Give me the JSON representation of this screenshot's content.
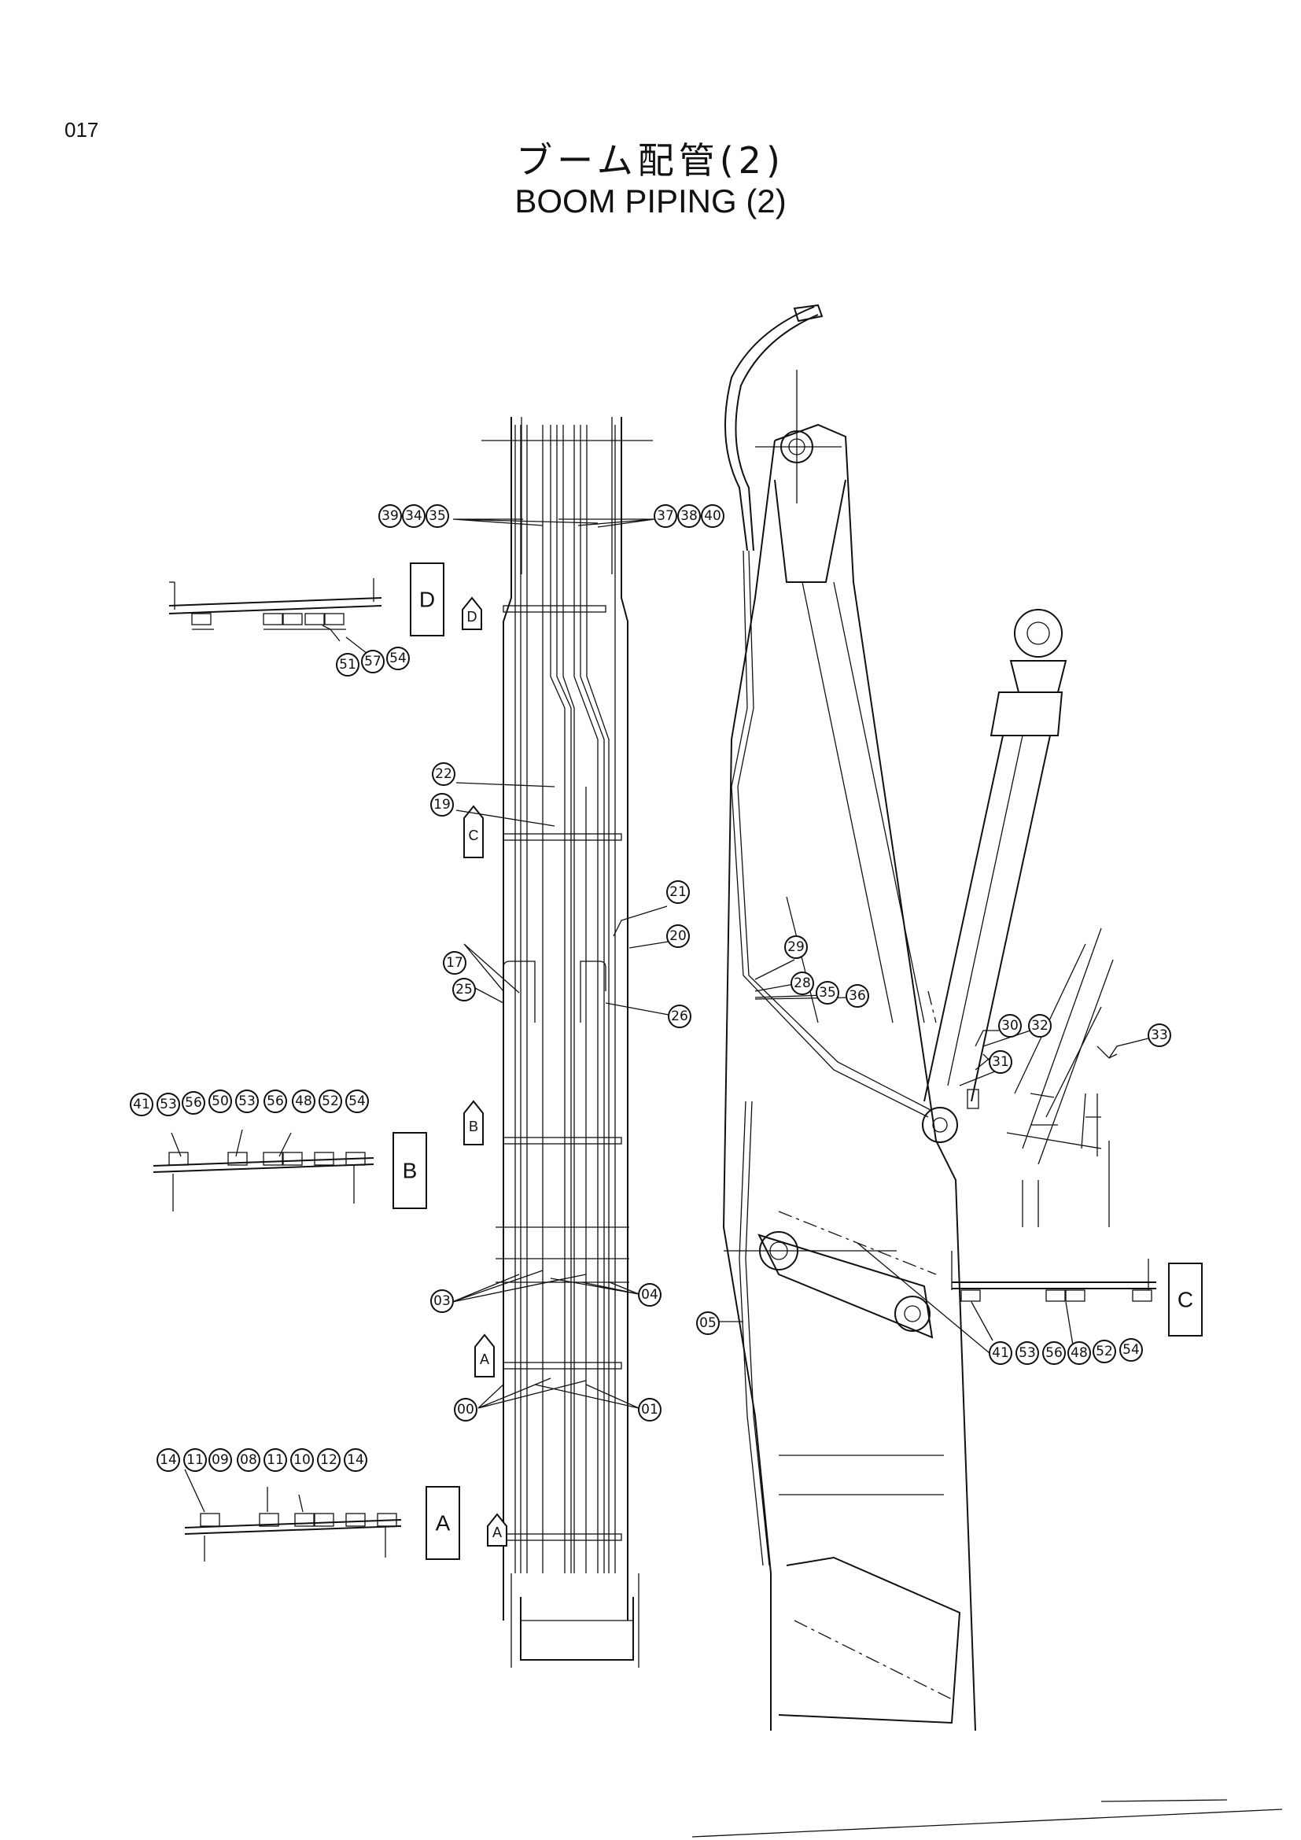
{
  "page": {
    "number": "017",
    "title_ja": "ブーム配管(2)",
    "title_en": "BOOM PIPING (2)"
  },
  "view_labels": {
    "A": "A",
    "B": "B",
    "C": "C",
    "D": "D"
  },
  "callouts": {
    "n39": "39",
    "n34": "34",
    "n35": "35",
    "n37": "37",
    "n38": "38",
    "n40": "40",
    "n51": "51",
    "n57": "57",
    "n54": "54",
    "n22": "22",
    "n19": "19",
    "n21": "21",
    "n20": "20",
    "n17": "17",
    "n25": "25",
    "n26": "26",
    "n29": "29",
    "n28": "28",
    "n35b": "35",
    "n36": "36",
    "n30": "30",
    "n32": "32",
    "n31": "31",
    "n33": "33",
    "nb41": "41",
    "nb53": "53",
    "nb56": "56",
    "nb50": "50",
    "nb53b": "53",
    "nb56b": "56",
    "nb48": "48",
    "nb52": "52",
    "nb54": "54",
    "n03": "03",
    "n04": "04",
    "n05": "05",
    "n00": "00",
    "n01": "01",
    "na14": "14",
    "na11": "11",
    "na09": "09",
    "na08": "08",
    "na11b": "11",
    "na10": "10",
    "na12": "12",
    "na14b": "14",
    "nc41": "41",
    "nc53": "53",
    "nc56": "56",
    "nc48": "48",
    "nc52": "52",
    "nc54": "54"
  }
}
